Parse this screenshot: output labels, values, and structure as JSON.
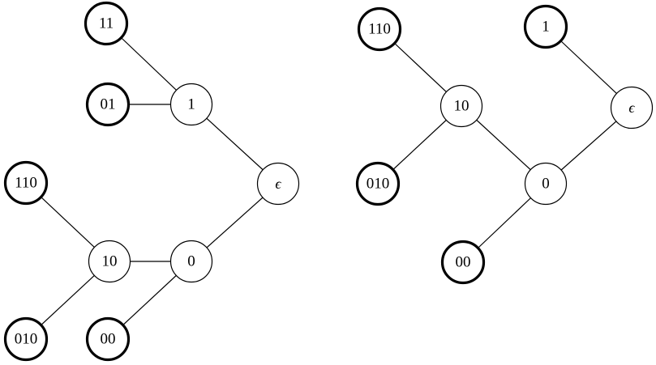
{
  "trees": [
    {
      "name": "left-tree",
      "nodes": [
        {
          "id": "L-11",
          "label": "11",
          "leaf": true
        },
        {
          "id": "L-01",
          "label": "01",
          "leaf": true
        },
        {
          "id": "L-1",
          "label": "1",
          "leaf": false
        },
        {
          "id": "L-eps",
          "label": "ϵ",
          "leaf": false
        },
        {
          "id": "L-110",
          "label": "110",
          "leaf": true
        },
        {
          "id": "L-10",
          "label": "10",
          "leaf": false
        },
        {
          "id": "L-0",
          "label": "0",
          "leaf": false
        },
        {
          "id": "L-010",
          "label": "010",
          "leaf": true
        },
        {
          "id": "L-00",
          "label": "00",
          "leaf": true
        }
      ],
      "edges": [
        [
          "L-11",
          "L-1"
        ],
        [
          "L-01",
          "L-1"
        ],
        [
          "L-1",
          "L-eps"
        ],
        [
          "L-eps",
          "L-0"
        ],
        [
          "L-0",
          "L-10"
        ],
        [
          "L-0",
          "L-00"
        ],
        [
          "L-10",
          "L-110"
        ],
        [
          "L-10",
          "L-010"
        ]
      ]
    },
    {
      "name": "right-tree",
      "nodes": [
        {
          "id": "R-110",
          "label": "110",
          "leaf": true
        },
        {
          "id": "R-1",
          "label": "1",
          "leaf": true
        },
        {
          "id": "R-10",
          "label": "10",
          "leaf": false
        },
        {
          "id": "R-eps",
          "label": "ϵ",
          "leaf": false
        },
        {
          "id": "R-010",
          "label": "010",
          "leaf": true
        },
        {
          "id": "R-0",
          "label": "0",
          "leaf": false
        },
        {
          "id": "R-00",
          "label": "00",
          "leaf": true
        }
      ],
      "edges": [
        [
          "R-110",
          "R-10"
        ],
        [
          "R-10",
          "R-010"
        ],
        [
          "R-10",
          "R-0"
        ],
        [
          "R-0",
          "R-eps"
        ],
        [
          "R-eps",
          "R-1"
        ],
        [
          "R-0",
          "R-00"
        ]
      ]
    }
  ]
}
